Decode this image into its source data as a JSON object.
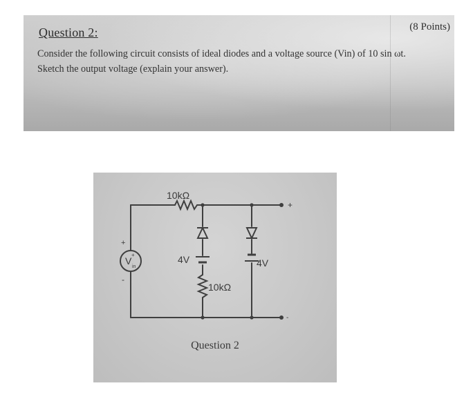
{
  "question": {
    "title": "Question 2:",
    "points": "(8 Points)",
    "line1": "Consider the following circuit consists of ideal diodes and a voltage source (Vin) of 10 sin ωt.",
    "line2": "Sketch the output voltage (explain your answer)."
  },
  "circuit": {
    "resistor_top_label": "10kΩ",
    "resistor_bottom_label": "10kΩ",
    "source_plus": "+",
    "source_minus": "-",
    "source_symbol": "V",
    "source_subscript": "in",
    "battery_left_label": "4V",
    "battery_right_label": "4V",
    "out_plus": "+",
    "out_minus": "-",
    "caption": "Question 2"
  }
}
